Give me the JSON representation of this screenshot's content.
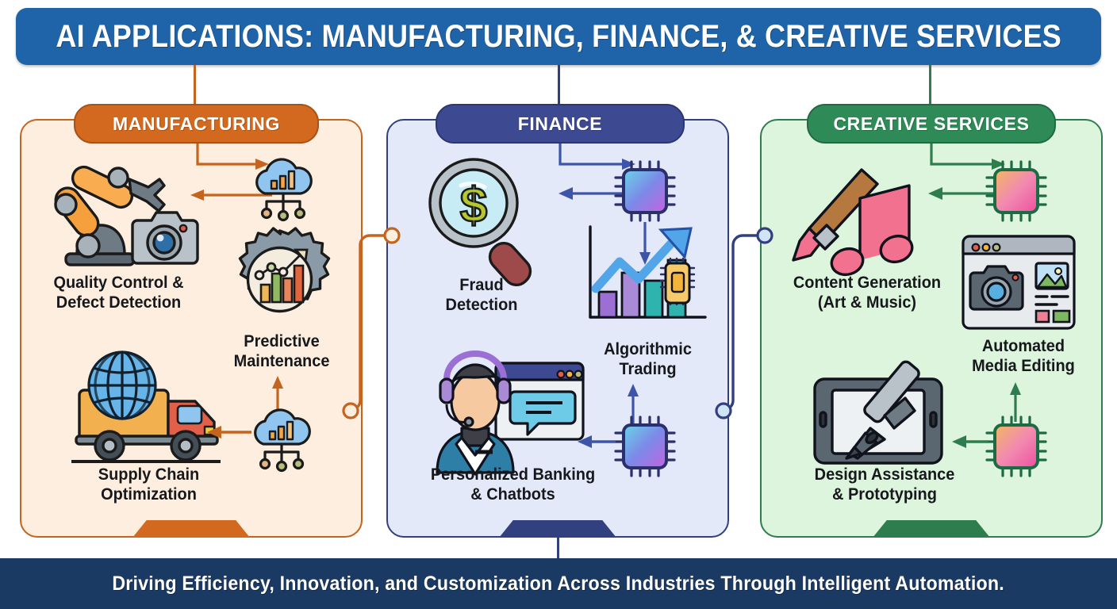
{
  "header": {
    "title": "AI APPLICATIONS: MANUFACTURING, FINANCE, & CREATIVE SERVICES",
    "background_color": "#1f64a8",
    "text_color": "#ffffff"
  },
  "footer": {
    "text": "Driving Efficiency, Innovation, and Customization Across Industries Through Intelligent Automation.",
    "background_color": "#1b3a63",
    "text_color": "#ffffff"
  },
  "columns": [
    {
      "id": "manufacturing",
      "header_label": "MANUFACTURING",
      "accent_color": "#d2691e",
      "panel_color": "#fdeedf",
      "border_color": "#c4641e",
      "items": [
        {
          "label": "Quality Control &\nDefect Detection",
          "line1": "Quality Control &",
          "line2": "Defect Detection",
          "icon": "robot-arm-camera-icon"
        },
        {
          "label": "Predictive\nMaintenance",
          "line1": "Predictive",
          "line2": "Maintenance",
          "icon": "gear-analytics-icon"
        },
        {
          "label": "Supply Chain\nOptimization",
          "line1": "Supply Chain",
          "line2": "Optimization",
          "icon": "globe-truck-icon"
        }
      ],
      "ai_nodes": [
        "cloud-analytics-icon",
        "cloud-analytics-icon"
      ]
    },
    {
      "id": "finance",
      "header_label": "FINANCE",
      "accent_color": "#3d4a92",
      "panel_color": "#e4e9fa",
      "border_color": "#33407f",
      "items": [
        {
          "label": "Fraud\nDetection",
          "line1": "Fraud",
          "line2": "Detection",
          "icon": "magnifier-dollar-icon"
        },
        {
          "label": "Algorithmic\nTrading",
          "line1": "Algorithmic",
          "line2": "Trading",
          "icon": "bar-chart-trend-chip-icon"
        },
        {
          "label": "Personalized Banking\n& Chatbots",
          "line1": "Personalized Banking",
          "line2": "& Chatbots",
          "icon": "headset-agent-chat-icon"
        }
      ],
      "ai_nodes": [
        "ai-chip-icon",
        "ai-chip-icon"
      ]
    },
    {
      "id": "creative",
      "header_label": "CREATIVE SERVICES",
      "accent_color": "#2e8b57",
      "panel_color": "#ddf5dd",
      "border_color": "#2e7d4f",
      "items": [
        {
          "label": "Content Generation\n(Art & Music)",
          "line1": "Content Generation",
          "line2": "(Art & Music)",
          "icon": "paintbrush-music-note-icon"
        },
        {
          "label": "Automated\nMedia Editing",
          "line1": "Automated",
          "line2": "Media Editing",
          "icon": "media-editor-window-icon"
        },
        {
          "label": "Design Assistance\n& Prototyping",
          "line1": "Design Assistance",
          "line2": "& Prototyping",
          "icon": "tablet-stylus-icon"
        }
      ],
      "ai_nodes": [
        "ai-chip-pink-icon",
        "ai-chip-pink-icon"
      ]
    }
  ],
  "connectors": [
    {
      "id": "manufacturing-to-finance",
      "color": "#c4641e",
      "node_fill": "#fdeedf"
    },
    {
      "id": "finance-to-creative",
      "color": "#33407f",
      "node_fill": "#cfe4f7"
    }
  ]
}
